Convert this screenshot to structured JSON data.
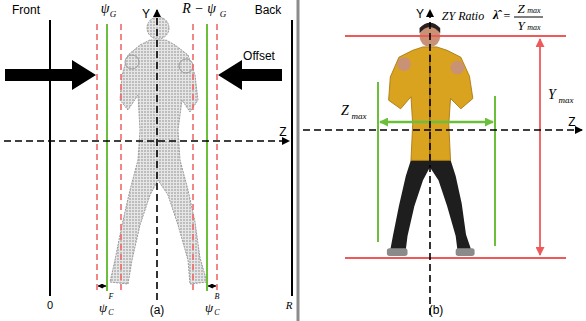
{
  "diagram": {
    "labels": [
      "Front",
      "Back",
      "ψ",
      "G",
      "R − ψ",
      "G",
      "Y",
      "Z",
      "Offset",
      "0",
      "R",
      "ψ",
      "C",
      "F",
      "ψ",
      "C",
      "B",
      "(a)",
      "Y",
      "ZY Ratio",
      "λ̂",
      "=",
      "Z",
      "max",
      "Y",
      "max",
      "Z",
      "Y",
      "max",
      "Z",
      "max",
      "(b)"
    ]
  }
}
